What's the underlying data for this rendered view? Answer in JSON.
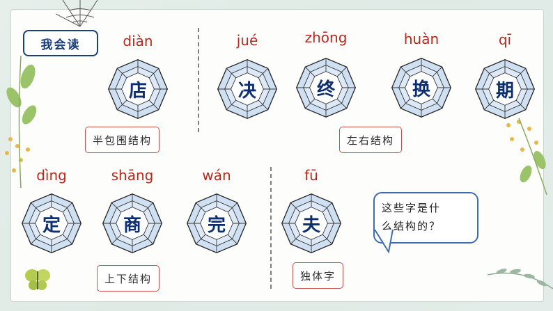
{
  "header": {
    "title": "我会读"
  },
  "characters": [
    {
      "pinyin": "diàn",
      "char": "店"
    },
    {
      "pinyin": "jué",
      "char": "决"
    },
    {
      "pinyin": "zhōng",
      "char": "终"
    },
    {
      "pinyin": "huàn",
      "char": "换"
    },
    {
      "pinyin": "qī",
      "char": "期"
    },
    {
      "pinyin": "dìng",
      "char": "定"
    },
    {
      "pinyin": "shāng",
      "char": "商"
    },
    {
      "pinyin": "wán",
      "char": "完"
    },
    {
      "pinyin": "fū",
      "char": "夫"
    }
  ],
  "labels": {
    "half_enclosure": "半包围结构",
    "left_right": "左右结构",
    "top_bottom": "上下结构",
    "single": "独体字"
  },
  "bubble": {
    "line1": "这些字是什",
    "line2": "么结构的？"
  },
  "colors": {
    "pinyin": "#b52a1f",
    "char": "#0e2f6f",
    "label_border": "#c4504a",
    "header_border": "#1b3f78"
  }
}
